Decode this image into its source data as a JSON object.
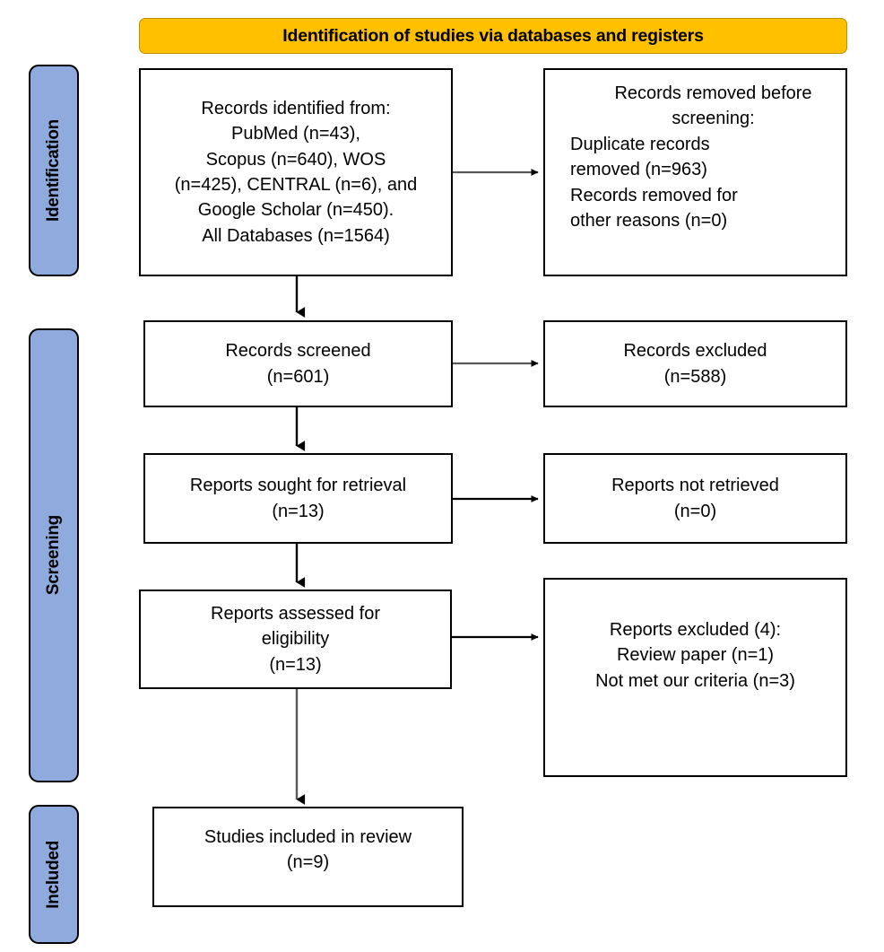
{
  "banner": {
    "title": "Identification of studies via databases and registers",
    "bg_color": "#FFC000"
  },
  "phases": [
    {
      "id": "identification",
      "label": "Identification"
    },
    {
      "id": "screening",
      "label": "Screening"
    },
    {
      "id": "included",
      "label": "Included"
    }
  ],
  "phase_bar_color": "#8FAADC",
  "boxes": {
    "records_identified": {
      "lines": [
        "Records identified from:",
        "PubMed (n=43),",
        "Scopus (n=640), WOS",
        "(n=425), CENTRAL (n=6), and",
        "Google Scholar (n=450).",
        "All Databases (n=1564)"
      ]
    },
    "records_removed": {
      "lines": [
        "Records removed before",
        "screening:",
        "Duplicate records",
        "removed (n=963)",
        "Records removed for",
        "other reasons (n=0)"
      ]
    },
    "records_screened": {
      "lines": [
        "Records screened",
        "(n=601)"
      ]
    },
    "records_excluded": {
      "lines": [
        "Records excluded",
        "(n=588)"
      ]
    },
    "reports_sought": {
      "lines": [
        "Reports sought for retrieval",
        "(n=13)"
      ]
    },
    "reports_not_retrieved": {
      "lines": [
        "Reports not retrieved",
        "(n=0)"
      ]
    },
    "reports_assessed": {
      "lines": [
        "Reports assessed for",
        "eligibility",
        "(n=13)"
      ]
    },
    "reports_excluded": {
      "lines": [
        "Reports excluded (4):",
        "Review paper (n=1)",
        "Not met our criteria (n=3)"
      ]
    },
    "studies_included": {
      "lines": [
        "Studies included in review",
        "(n=9)"
      ]
    }
  }
}
